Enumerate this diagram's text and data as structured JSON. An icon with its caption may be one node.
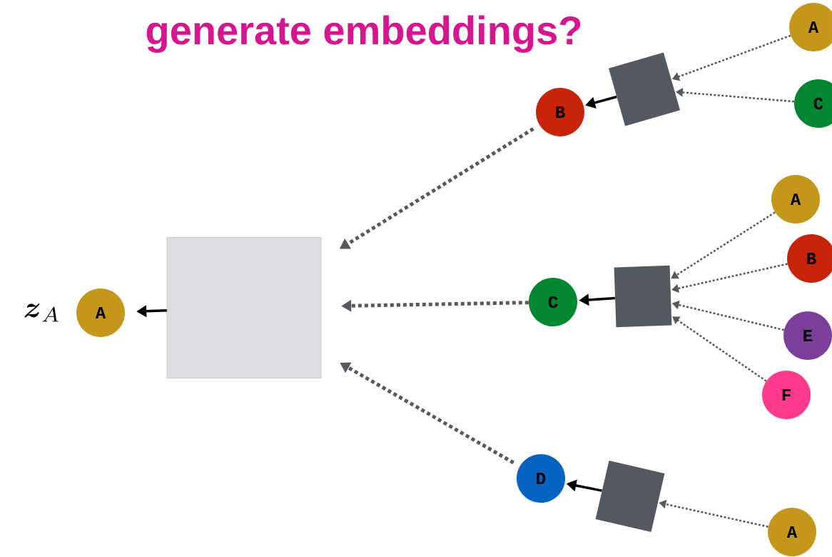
{
  "diagram": {
    "title": "generate embeddings?",
    "nodes": [
      {
        "text": [
          "A"
        ],
        "beside": [
          "\\boldsymbol{z}_A"
        ]
      },
      {
        "text": [],
        "shape": "box"
      },
      {
        "text": [
          "B"
        ]
      },
      {
        "text": [],
        "shape": "box"
      },
      {
        "text": [
          "A"
        ]
      },
      {
        "text": [
          "C"
        ]
      },
      {
        "text": [
          "C"
        ]
      },
      {
        "text": [],
        "shape": "box"
      },
      {
        "text": [
          "A"
        ]
      },
      {
        "text": [
          "B"
        ]
      },
      {
        "text": [
          "E"
        ]
      },
      {
        "text": [
          "F"
        ]
      },
      {
        "text": [
          "D"
        ]
      },
      {
        "text": [],
        "shape": "box"
      },
      {
        "text": [
          "A"
        ]
      }
    ],
    "edges": [
      {
        "from": 1,
        "to": 0,
        "arrow": "to",
        "color": "#000000"
      },
      {
        "from": 2,
        "to": 1,
        "arrow": "to",
        "style": "dashed"
      },
      {
        "from": 6,
        "to": 1,
        "arrow": "to",
        "style": "dashed"
      },
      {
        "from": 12,
        "to": 1,
        "arrow": "to",
        "style": "dashed"
      },
      {
        "from": 3,
        "to": 2,
        "arrow": "to",
        "color": "#000000"
      },
      {
        "from": 4,
        "to": 3,
        "arrow": "to",
        "style": "dashed"
      },
      {
        "from": 5,
        "to": 3,
        "arrow": "to",
        "style": "dashed"
      },
      {
        "from": 7,
        "to": 6,
        "arrow": "to",
        "color": "#000000"
      },
      {
        "from": 8,
        "to": 7,
        "arrow": "to",
        "style": "dashed"
      },
      {
        "from": 9,
        "to": 7,
        "arrow": "to",
        "style": "dashed"
      },
      {
        "from": 10,
        "to": 7,
        "arrow": "to",
        "style": "dashed"
      },
      {
        "from": 11,
        "to": 7,
        "arrow": "to",
        "style": "dashed"
      },
      {
        "from": 13,
        "to": 12,
        "arrow": "to",
        "color": "#000000"
      },
      {
        "from": 14,
        "to": 13,
        "arrow": "to",
        "style": "dashed"
      }
    ]
  }
}
